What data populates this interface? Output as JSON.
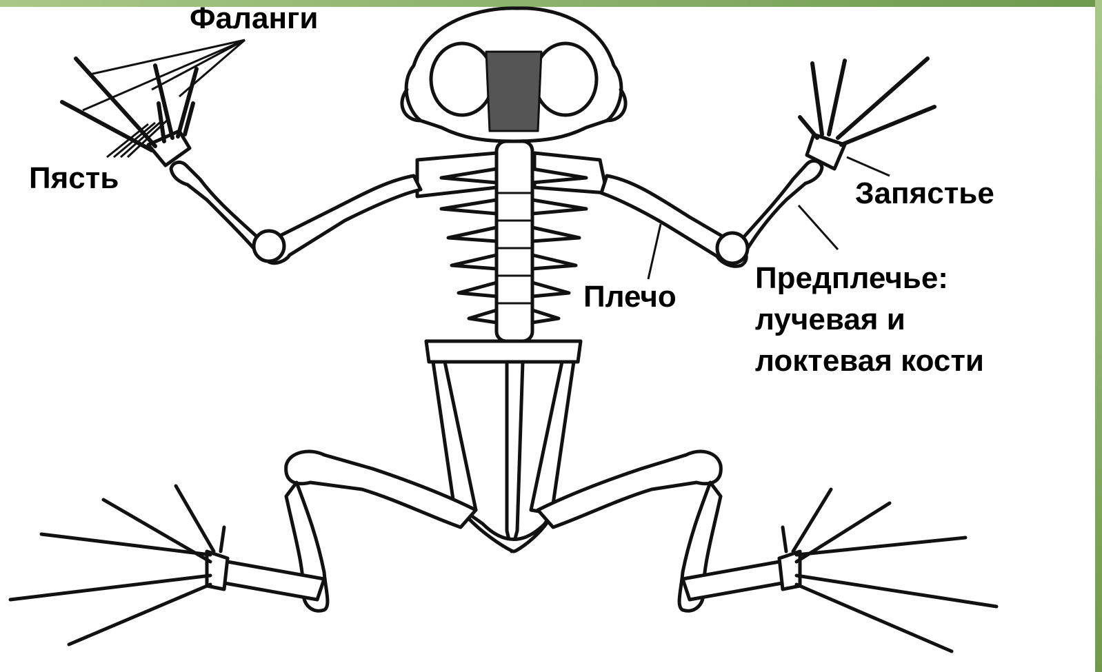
{
  "labels": {
    "phalanges": "Фаланги",
    "metacarpus": "Пясть",
    "wrist": "Запястье",
    "shoulder": "Плечо",
    "forearm_line1": "Предплечье:",
    "forearm_line2": "лучевая и",
    "forearm_line3": "локтевая кости"
  },
  "colors": {
    "frame_gradient_start": "#a8c888",
    "frame_gradient_end": "#6e9a4e",
    "bone_fill": "#ffffff",
    "bone_outline": "#111111",
    "text": "#000000"
  }
}
